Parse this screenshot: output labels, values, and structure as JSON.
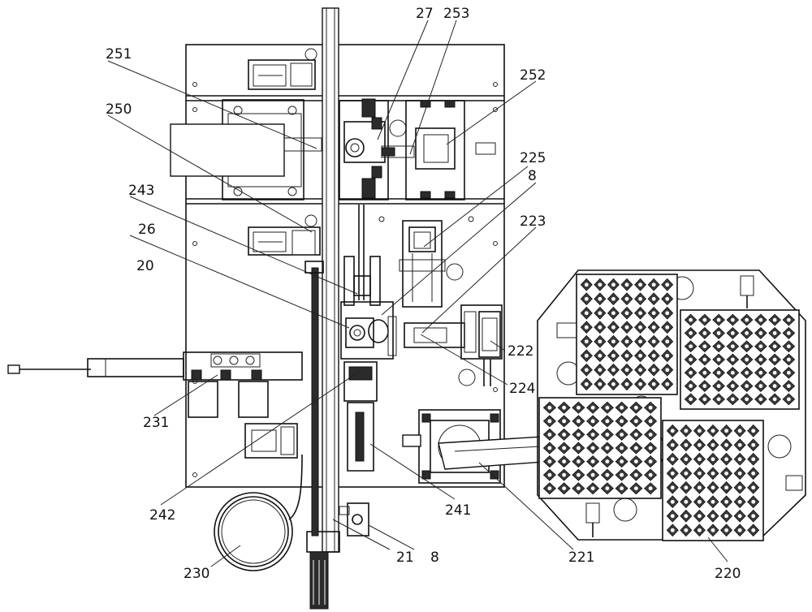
{
  "labels": {
    "l27": "27",
    "l253": "253",
    "l251": "251",
    "l252": "252",
    "l250": "250",
    "l225": "225",
    "l243": "243",
    "l8a": "8",
    "l26": "26",
    "l223": "223",
    "l20": "20",
    "l222": "222",
    "l224": "224",
    "l231": "231",
    "l242": "242",
    "l241": "241",
    "l230": "230",
    "l21": "21",
    "l8b": "8",
    "l221": "221",
    "l220": "220"
  }
}
